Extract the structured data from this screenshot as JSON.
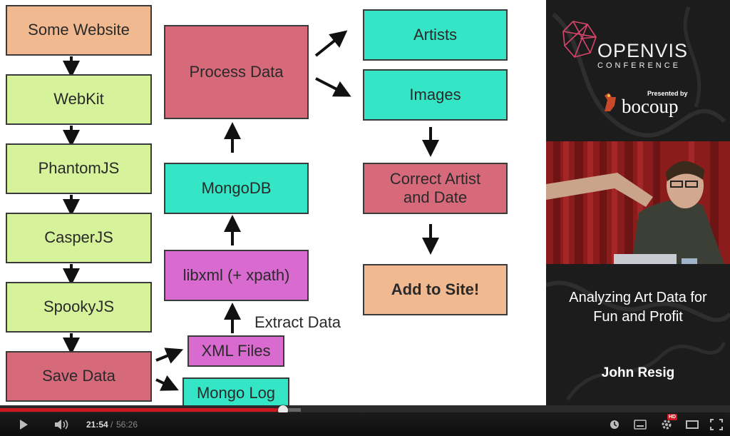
{
  "slide": {
    "boxes": {
      "some_website": "Some Website",
      "webkit": "WebKit",
      "phantomjs": "PhantomJS",
      "casperjs": "CasperJS",
      "spookyjs": "SpookyJS",
      "save_data": "Save Data",
      "xml_files": "XML Files",
      "mongo_log": "Mongo Log",
      "libxml": "libxml (+ xpath)",
      "mongodb": "MongoDB",
      "process_data": "Process Data",
      "artists": "Artists",
      "images": "Images",
      "correct_line1": "Correct Artist",
      "correct_line2": "and Date",
      "add_to_site": "Add to Site!"
    },
    "labels": {
      "extract_data": "Extract Data"
    },
    "colors": {
      "orange": "#f0b98f",
      "green": "#d6f29b",
      "red": "#d66a7b",
      "teal": "#34e6c6",
      "pink": "#d96ad0"
    }
  },
  "sidebar": {
    "logo_title": "OPENVIS",
    "logo_subtitle": "CONFERENCE",
    "presented_by": "Presented by",
    "sponsor": "bocoup",
    "talk_title_line1": "Analyzing Art Data for",
    "talk_title_line2": "Fun and Profit",
    "speaker": "John Resig"
  },
  "player": {
    "current_time": "21:54",
    "separator": "/",
    "duration": "56:26",
    "hd_badge": "HD",
    "progress_fraction": 0.388,
    "accent_color": "#cc181e",
    "icons": [
      "play-icon",
      "volume-icon",
      "watch-later-icon",
      "captions-icon",
      "settings-icon",
      "miniplayer-icon",
      "fullscreen-icon"
    ]
  }
}
